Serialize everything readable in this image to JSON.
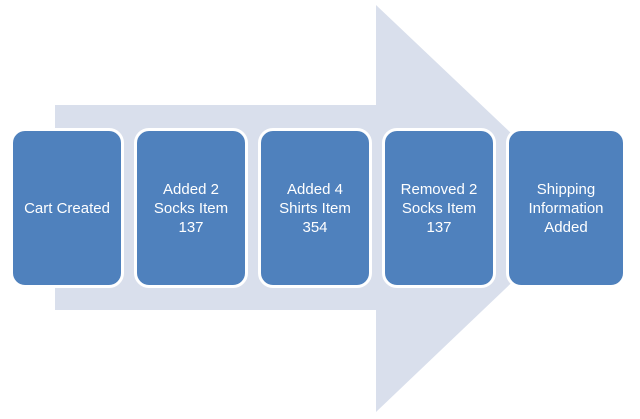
{
  "colors": {
    "arrow_fill": "#d9dfec",
    "step_fill": "#4f81bd",
    "step_border": "#ffffff",
    "step_text": "#ffffff"
  },
  "steps": [
    {
      "label": "Cart Created"
    },
    {
      "label": "Added 2\nSocks Item\n137"
    },
    {
      "label": "Added 4\nShirts Item\n354"
    },
    {
      "label": "Removed 2\nSocks Item\n137"
    },
    {
      "label": "Shipping\nInformation\nAdded"
    }
  ]
}
